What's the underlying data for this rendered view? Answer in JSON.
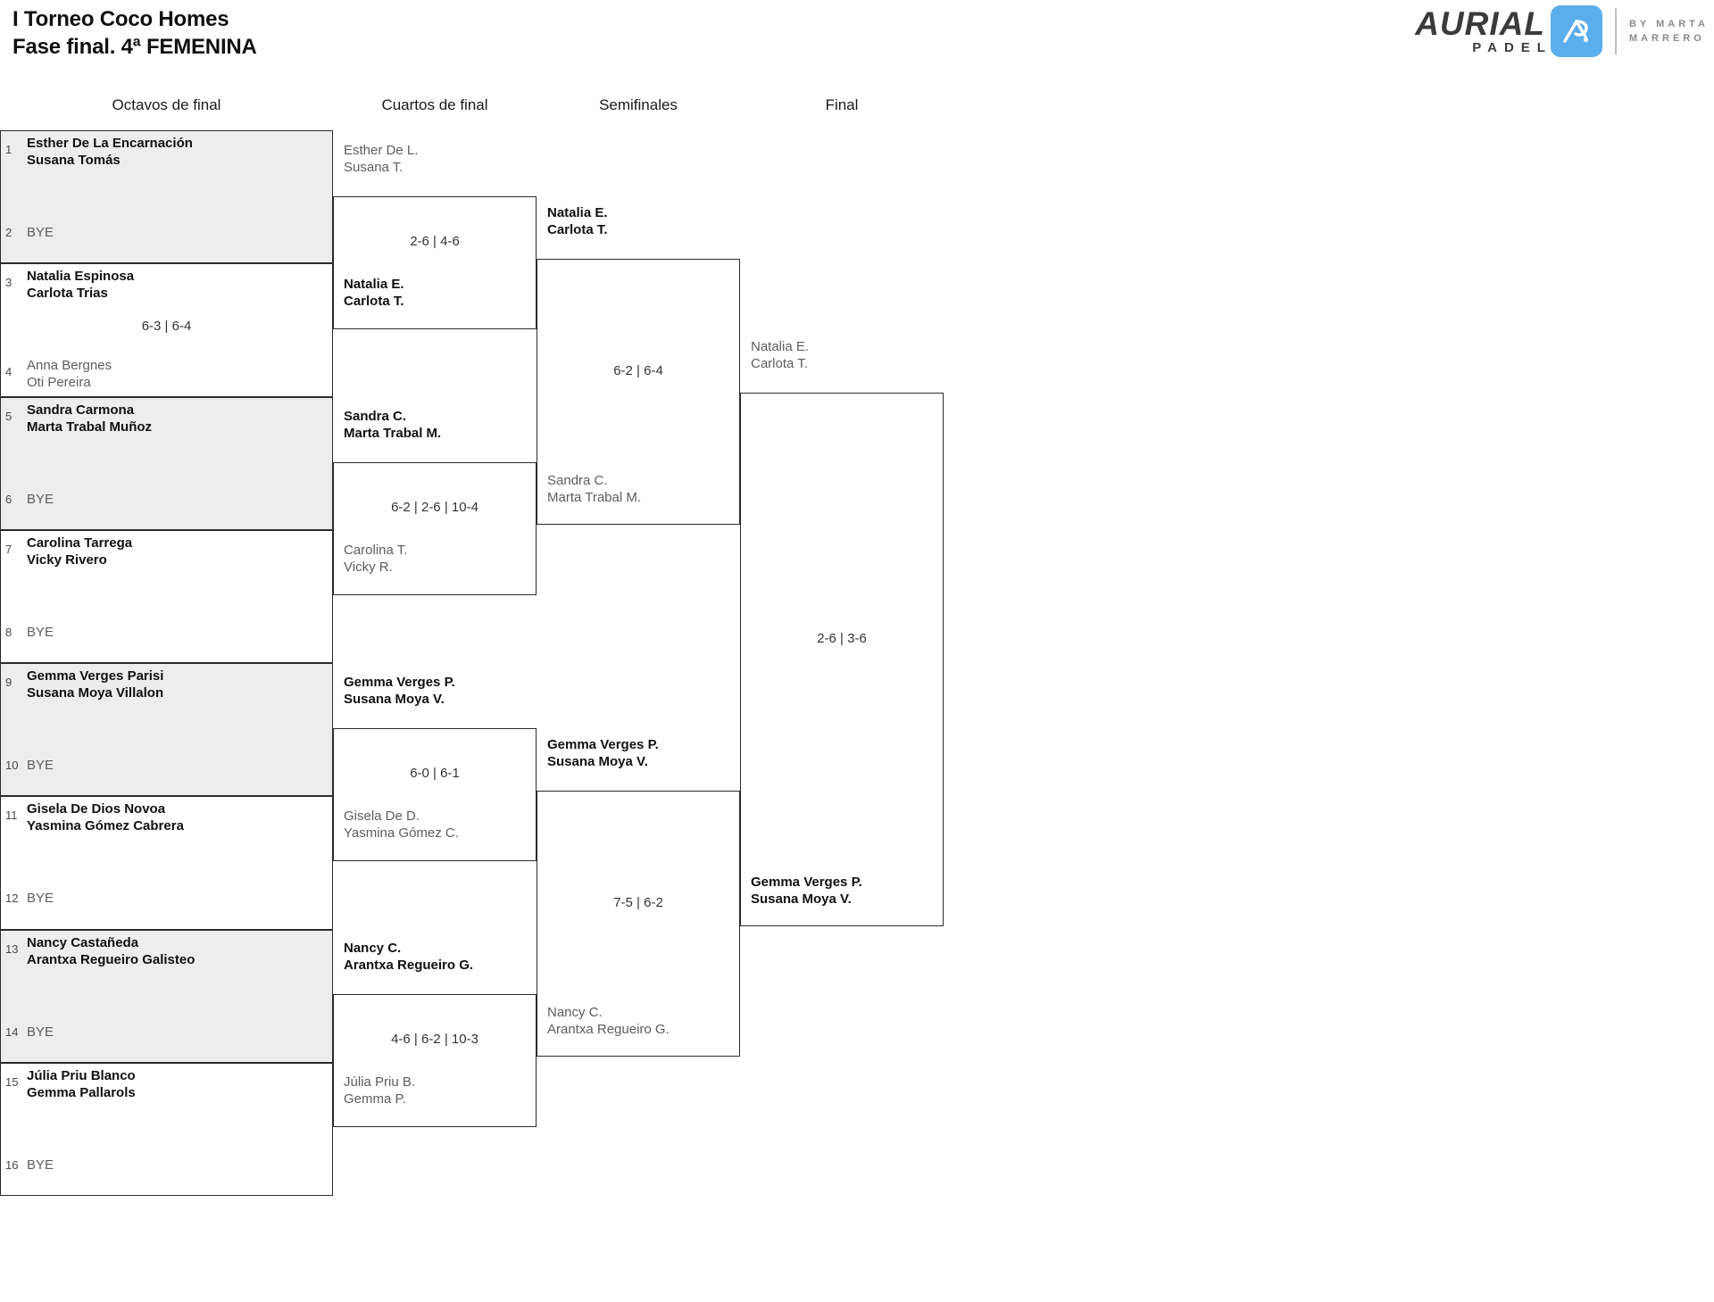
{
  "header": {
    "title_line1": "I Torneo Coco Homes",
    "title_line2": "Fase final. 4ª FEMENINA"
  },
  "logo": {
    "wordmark": "AURIAL",
    "sub": "PADEL",
    "mark_letter": "A",
    "by_line1": "BY MARTA",
    "by_line2": "MARRERO",
    "accent_color": "#5BAEEC",
    "text_color": "#3b3b3b"
  },
  "rounds": [
    {
      "label": "Octavos de final"
    },
    {
      "label": "Cuartos de final"
    },
    {
      "label": "Semifinales"
    },
    {
      "label": "Final"
    }
  ],
  "round1": {
    "pairs": [
      {
        "shaded": true,
        "top": {
          "seed": "1",
          "p1": "Esther De La Encarnación",
          "p2": "Susana Tomás",
          "status": "win"
        },
        "bottom": {
          "seed": "2",
          "bye": "BYE"
        },
        "score": ""
      },
      {
        "shaded": false,
        "top": {
          "seed": "3",
          "p1": "Natalia Espinosa",
          "p2": "Carlota Trias",
          "status": "win"
        },
        "bottom": {
          "seed": "4",
          "p1": "Anna Bergnes",
          "p2": "Oti Pereira",
          "status": "lose"
        },
        "score": "6-3 | 6-4"
      },
      {
        "shaded": true,
        "top": {
          "seed": "5",
          "p1": "Sandra Carmona",
          "p2": "Marta Trabal Muñoz",
          "status": "win"
        },
        "bottom": {
          "seed": "6",
          "bye": "BYE"
        },
        "score": ""
      },
      {
        "shaded": false,
        "top": {
          "seed": "7",
          "p1": "Carolina Tarrega",
          "p2": "Vicky Rivero",
          "status": "win"
        },
        "bottom": {
          "seed": "8",
          "bye": "BYE"
        },
        "score": ""
      },
      {
        "shaded": true,
        "top": {
          "seed": "9",
          "p1": "Gemma Verges Parisi",
          "p2": "Susana Moya Villalon",
          "status": "win"
        },
        "bottom": {
          "seed": "10",
          "bye": "BYE"
        },
        "score": ""
      },
      {
        "shaded": false,
        "top": {
          "seed": "11",
          "p1": "Gisela De Dios Novoa",
          "p2": "Yasmina Gómez Cabrera",
          "status": "win"
        },
        "bottom": {
          "seed": "12",
          "bye": "BYE"
        },
        "score": ""
      },
      {
        "shaded": true,
        "top": {
          "seed": "13",
          "p1": "Nancy Castañeda",
          "p2": "Arantxa Regueiro Galisteo",
          "status": "win"
        },
        "bottom": {
          "seed": "14",
          "bye": "BYE"
        },
        "score": ""
      },
      {
        "shaded": false,
        "top": {
          "seed": "15",
          "p1": "Júlia Priu Blanco",
          "p2": "Gemma Pallarols",
          "status": "win"
        },
        "bottom": {
          "seed": "16",
          "bye": "BYE"
        },
        "score": ""
      }
    ]
  },
  "quarterfinals": [
    {
      "top": {
        "p1": "Esther De L.",
        "p2": "Susana T.",
        "status": "lose"
      },
      "bottom": {
        "p1": "Natalia E.",
        "p2": "Carlota T.",
        "status": "win"
      },
      "score": "2-6 | 4-6"
    },
    {
      "top": {
        "p1": "Sandra C.",
        "p2": "Marta Trabal M.",
        "status": "win"
      },
      "bottom": {
        "p1": "Carolina T.",
        "p2": "Vicky R.",
        "status": "lose"
      },
      "score": "6-2 | 2-6 | 10-4"
    },
    {
      "top": {
        "p1": "Gemma Verges P.",
        "p2": "Susana Moya V.",
        "status": "win"
      },
      "bottom": {
        "p1": "Gisela De D.",
        "p2": "Yasmina Gómez C.",
        "status": "lose"
      },
      "score": "6-0 | 6-1"
    },
    {
      "top": {
        "p1": "Nancy C.",
        "p2": "Arantxa Regueiro G.",
        "status": "win"
      },
      "bottom": {
        "p1": "Júlia Priu B.",
        "p2": "Gemma P.",
        "status": "lose"
      },
      "score": "4-6 | 6-2 | 10-3"
    }
  ],
  "semifinals": [
    {
      "top": {
        "p1": "Natalia E.",
        "p2": "Carlota T.",
        "status": "win"
      },
      "bottom": {
        "p1": "Sandra C.",
        "p2": "Marta Trabal M.",
        "status": "lose"
      },
      "score": "6-2 | 6-4"
    },
    {
      "top": {
        "p1": "Gemma Verges P.",
        "p2": "Susana Moya V.",
        "status": "win"
      },
      "bottom": {
        "p1": "Nancy C.",
        "p2": "Arantxa Regueiro G.",
        "status": "lose"
      },
      "score": "7-5 | 6-2"
    }
  ],
  "final": {
    "top": {
      "p1": "Natalia E.",
      "p2": "Carlota T.",
      "status": "lose"
    },
    "bottom": {
      "p1": "Gemma Verges P.",
      "p2": "Susana Moya V.",
      "status": "win"
    },
    "score": "2-6 | 3-6"
  }
}
